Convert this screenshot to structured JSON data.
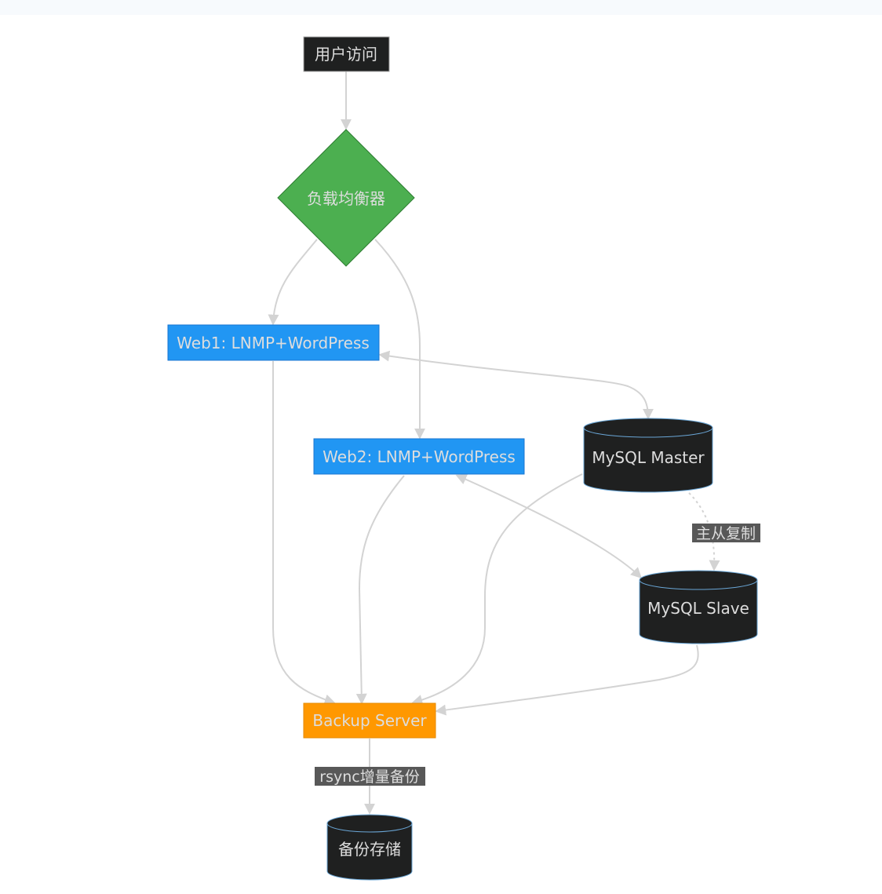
{
  "nodes": {
    "user": {
      "label": "用户访问"
    },
    "lb": {
      "label": "负载均衡器"
    },
    "web1": {
      "label": "Web1: LNMP+WordPress"
    },
    "web2": {
      "label": "Web2: LNMP+WordPress"
    },
    "mysql_master": {
      "label": "MySQL Master"
    },
    "mysql_slave": {
      "label": "MySQL Slave"
    },
    "backup_server": {
      "label": "Backup Server"
    },
    "backup_storage": {
      "label": "备份存储"
    }
  },
  "edges": {
    "replication": {
      "label": "主从复制"
    },
    "rsync": {
      "label": "rsync增量备份"
    }
  },
  "colors": {
    "edge": "#d3d3d3",
    "dark_node": "#1f2020",
    "load_balancer": "#4caf50",
    "web": "#2196f3",
    "backup": "#ff9800",
    "edge_label_bg": "#585858"
  }
}
